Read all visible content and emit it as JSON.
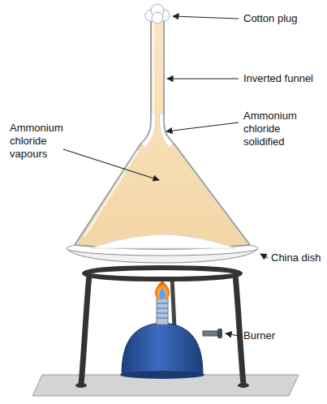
{
  "diagram": {
    "labels": [
      "Cotton plug",
      "Inverted funnel",
      "Ammonium chloride vapours",
      "Ammonium chloride solidified",
      "China dish",
      "Burner"
    ]
  }
}
